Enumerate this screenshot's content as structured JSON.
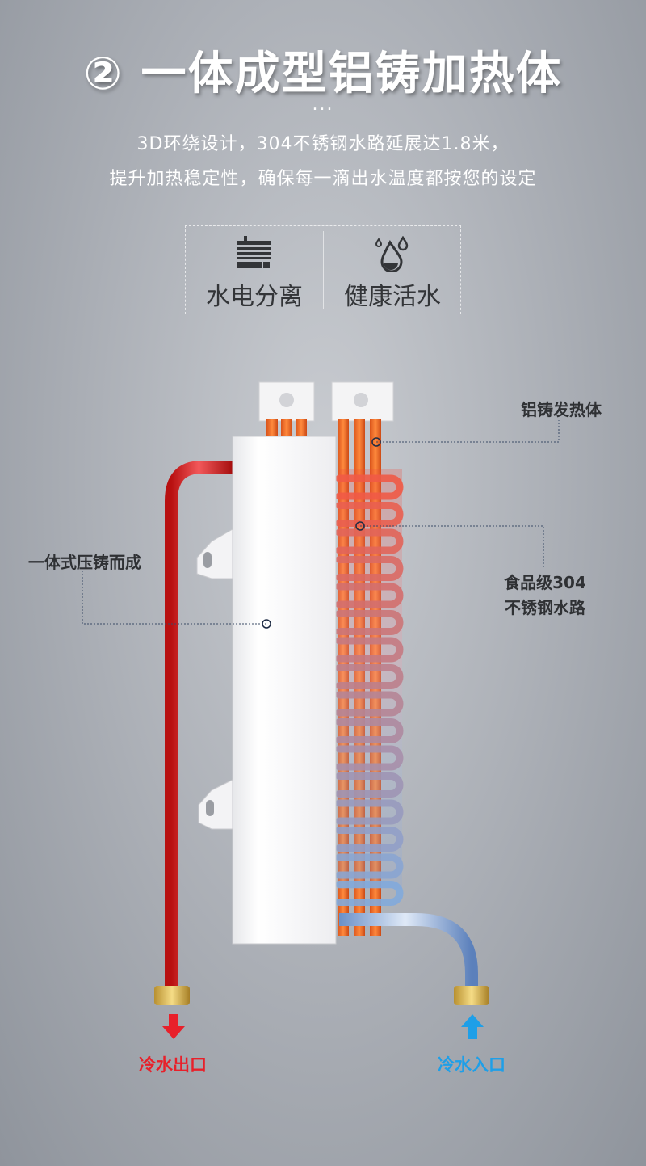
{
  "header": {
    "title": "② 一体成型铝铸加热体",
    "dots": "...",
    "desc_line1": "3D环绕设计，304不锈钢水路延展达1.8米，",
    "desc_line2": "提升加热稳定性，确保每一滴出水温度都按您的设定"
  },
  "features": [
    {
      "label": "水电分离",
      "icon": "heater-separation-icon"
    },
    {
      "label": "健康活水",
      "icon": "water-drops-icon"
    }
  ],
  "callouts": {
    "cast_heater": "铝铸发热体",
    "die_cast": "一体式压铸而成",
    "pipe_line1": "食品级304",
    "pipe_line2": "不锈钢水路"
  },
  "ports": {
    "outlet": "冷水出口",
    "inlet": "冷水入口"
  },
  "colors": {
    "outlet": "#e8202a",
    "inlet": "#1e9fe8",
    "copper": "#f06a22"
  }
}
